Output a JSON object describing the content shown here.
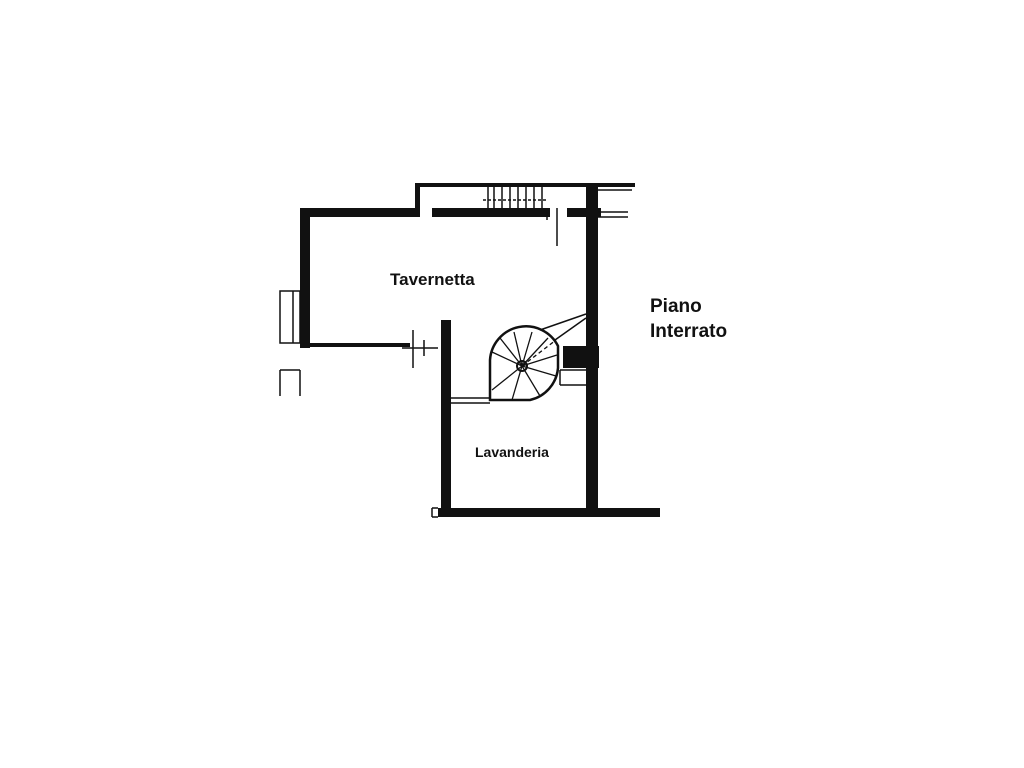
{
  "floor_plan": {
    "title": {
      "line1": "Piano",
      "line2": "Interrato"
    },
    "rooms": [
      {
        "id": "tavernetta",
        "label": "Tavernetta"
      },
      {
        "id": "lavanderia",
        "label": "Lavanderia"
      }
    ],
    "colors": {
      "wall": "#111111",
      "background": "#ffffff"
    }
  }
}
